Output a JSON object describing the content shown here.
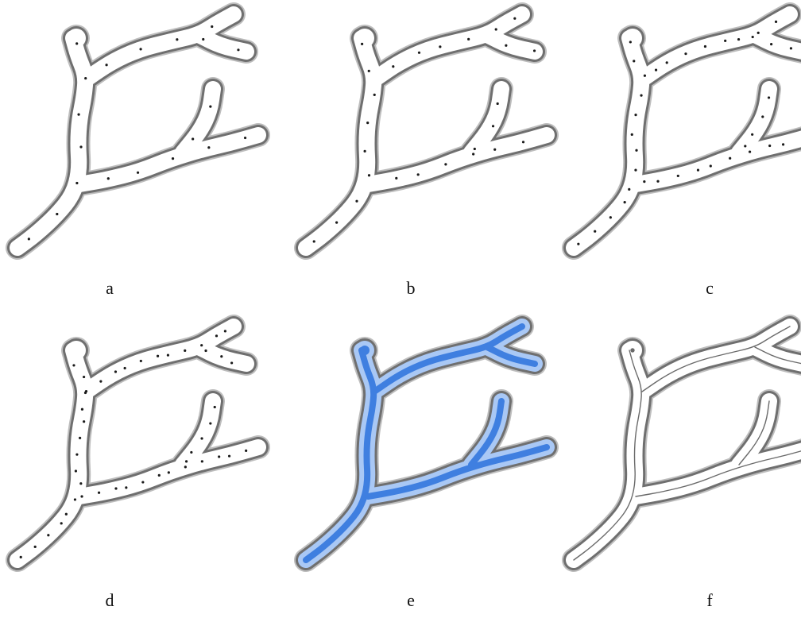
{
  "figure": {
    "panels": [
      {
        "label": "a",
        "style": "dots",
        "dot_density": 20
      },
      {
        "label": "b",
        "style": "dots",
        "dot_density": 26
      },
      {
        "label": "c",
        "style": "dots",
        "dot_density": 38
      },
      {
        "label": "d",
        "style": "dots",
        "dot_density": 46
      },
      {
        "label": "e",
        "style": "blue-fill"
      },
      {
        "label": "f",
        "style": "skeleton-lines"
      }
    ],
    "colors": {
      "outline": "#6f6f6f",
      "outline_halo": "#bdbdbd",
      "fill": "#ffffff",
      "dot": "#1a1a1a",
      "blue": "#3f7fe0",
      "blue_light": "#a9c8f5",
      "skeleton": "#6a6a6a"
    }
  }
}
